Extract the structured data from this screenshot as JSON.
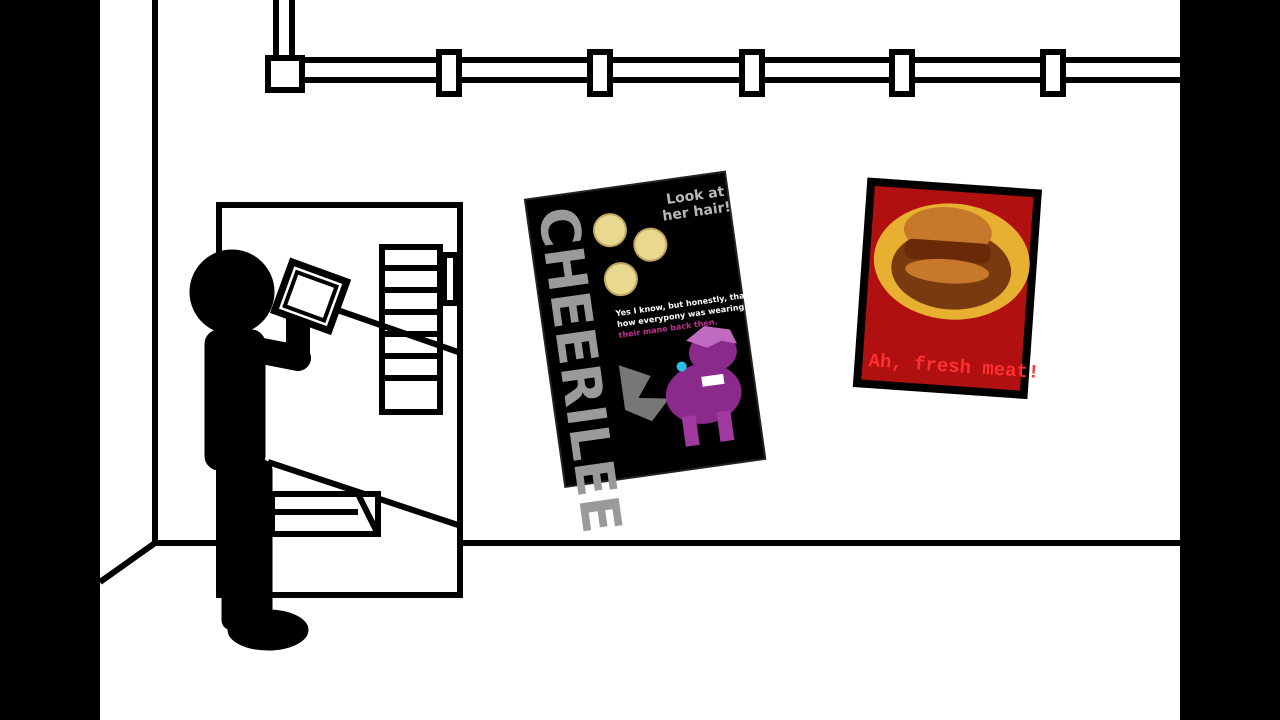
{
  "scene": {
    "colors": {
      "letterbox": "#000000",
      "room": "#ffffff",
      "line": "#000000"
    }
  },
  "poster_cherilee": {
    "title": "CHEERILEE",
    "tagline_line1": "Look at",
    "tagline_line2": "her hair!",
    "body_line1": "Yes I know, but honestly, that's",
    "body_line2": "how everypony was wearing",
    "body_line3": "their mane back then.",
    "colors": {
      "background": "#000000",
      "title": "#9a9a9a",
      "pony": "#8a2a8a",
      "flower": "#e8d890"
    }
  },
  "poster_meat": {
    "caption": "Ah, fresh meat!",
    "colors": {
      "frame": "#000000",
      "background": "#b01010",
      "caption": "#ff3030",
      "plate": "#e8b030",
      "bun": "#c8782a"
    }
  }
}
